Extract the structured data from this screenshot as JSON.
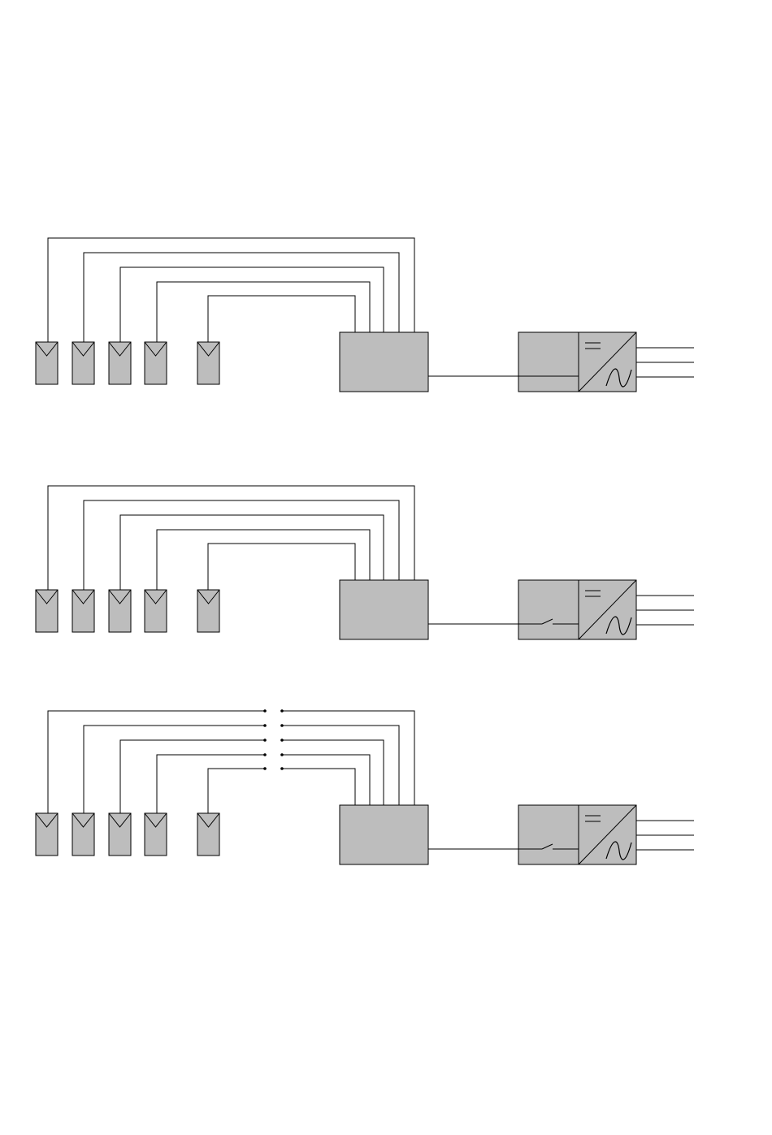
{
  "colors": {
    "fill": "#bdbdbd",
    "stroke": "#000000",
    "background": "#ffffff"
  },
  "diagrams": [
    {
      "id": "pv-dc-switch-none",
      "module_count": 5,
      "string_lines": 5,
      "has_dc_switch": false,
      "has_string_disconnect": false,
      "ac_outputs": 3
    },
    {
      "id": "pv-dc-switch-in-inverter",
      "module_count": 5,
      "string_lines": 5,
      "has_dc_switch": true,
      "has_string_disconnect": false,
      "ac_outputs": 3
    },
    {
      "id": "pv-dc-switch-and-disconnect",
      "module_count": 5,
      "string_lines": 5,
      "has_dc_switch": true,
      "has_string_disconnect": true,
      "ac_outputs": 3
    }
  ],
  "icons": {
    "pv_module": "pv-module-icon",
    "combiner": "combiner-box",
    "inverter": "inverter-dc-ac-icon",
    "dc_switch": "dc-switch-icon",
    "disconnect": "string-disconnect-icon"
  }
}
